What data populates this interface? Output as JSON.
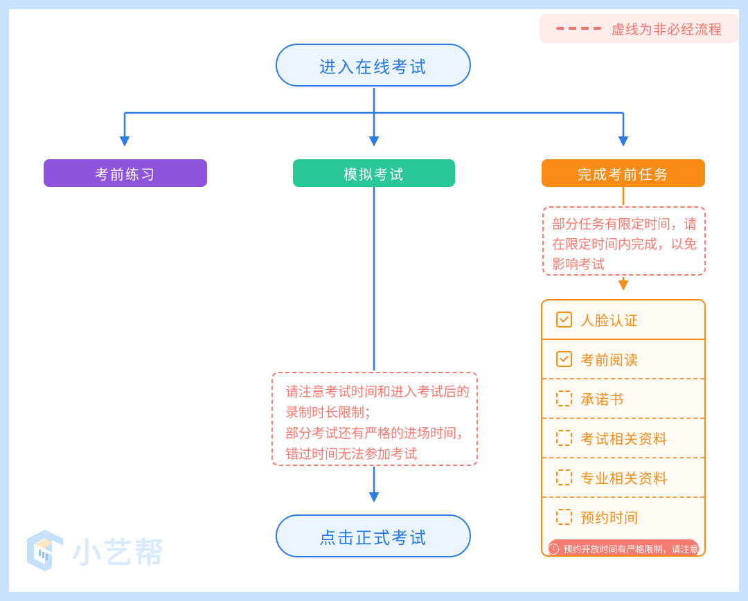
{
  "legend": {
    "label": "虚线为非必经流程"
  },
  "flow": {
    "start_label": "进入在线考试",
    "branches": [
      {
        "label": "考前练习",
        "color": "#8E55DC"
      },
      {
        "label": "模拟考试",
        "color": "#2BC796"
      },
      {
        "label": "完成考前任务",
        "color": "#FA8C16"
      }
    ],
    "task_note": "部分任务有限定时间，请\n在限定时间内完成，以免\n影响考试",
    "exam_note": "请注意考试时间和进入考试后的\n录制时长限制；\n部分考试还有严格的进场时间，\n错过时间无法参加考试",
    "final_label": "点击正式考试"
  },
  "checklist": {
    "items": [
      {
        "label": "人脸认证",
        "checked": true
      },
      {
        "label": "考前阅读",
        "checked": true
      },
      {
        "label": "承诺书",
        "checked": false
      },
      {
        "label": "考试相关资料",
        "checked": false
      },
      {
        "label": "专业相关资料",
        "checked": false
      },
      {
        "label": "预约时间",
        "checked": false
      }
    ],
    "warning": "预约开放时间有严格限制，请注意",
    "warning_icon": "!"
  },
  "logo": {
    "text": "小艺帮"
  },
  "colors": {
    "frame": "#C8E2FB",
    "line_blue": "#2B7CE8",
    "node_fill": "#EBF5FF",
    "purple": "#8E55DC",
    "green": "#2BC796",
    "orange": "#FA8C16",
    "pink": "#FB7A70",
    "legend_bg": "#FFECEB",
    "badge_bg": "#F87B71",
    "checklist_bg": "#FFFAF3"
  }
}
